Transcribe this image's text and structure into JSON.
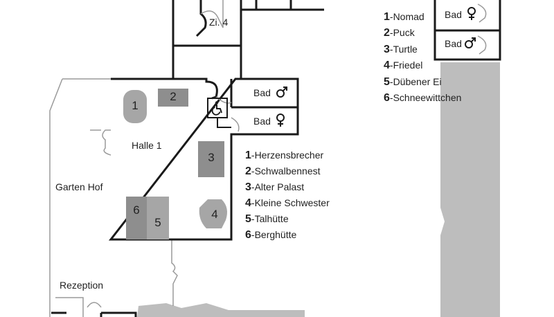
{
  "rooms": {
    "zi4": "Zi. 4",
    "halle1": "Halle 1",
    "garten_hof": "Garten Hof",
    "rezeption": "Rezeption",
    "bad_male_1": "Bad",
    "bad_female_1": "Bad",
    "bad_female_2": "Bad",
    "bad_male_2": "Bad"
  },
  "halle_markers": {
    "m1": "1",
    "m2": "2",
    "m3": "3",
    "m4": "4",
    "m5": "5",
    "m6": "6"
  },
  "legend_halle": [
    {
      "num": "1",
      "name": "-Herzensbrecher"
    },
    {
      "num": "2",
      "name": "-Schwalbennest"
    },
    {
      "num": "3",
      "name": "-Alter Palast"
    },
    {
      "num": "4",
      "name": "-Kleine Schwester"
    },
    {
      "num": "5",
      "name": "-Talhütte"
    },
    {
      "num": "6",
      "name": "-Berghütte"
    }
  ],
  "legend_upper": [
    {
      "num": "1",
      "name": "-Nomad"
    },
    {
      "num": "2",
      "name": "-Puck"
    },
    {
      "num": "3",
      "name": "-Turtle"
    },
    {
      "num": "4",
      "name": "-Friedel"
    },
    {
      "num": "5",
      "name": "-Dübener Ei"
    },
    {
      "num": "6",
      "name": "-Schneewittchen"
    }
  ],
  "colors": {
    "wall": "#1a1a1a",
    "thin_wall": "#9a9a9a",
    "area_gray": "#bdbdbd",
    "marker_dark": "#8e8e8e",
    "marker_mid": "#a6a6a6"
  },
  "icons": [
    "male-icon",
    "female-icon",
    "wheelchair-icon"
  ]
}
